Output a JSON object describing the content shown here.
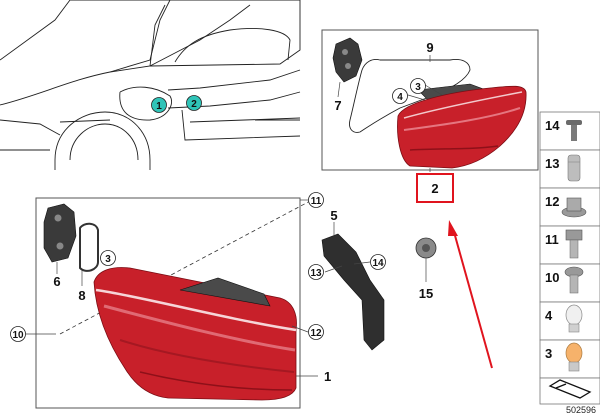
{
  "callouts": {
    "car_1": "1",
    "car_2": "2",
    "inset_9": "9",
    "inset_3": "3",
    "inset_4": "4",
    "inset_7": "7",
    "inset_2": "2",
    "main_11": "11",
    "main_5": "5",
    "main_3": "3",
    "main_13": "13",
    "main_14": "14",
    "main_6": "6",
    "main_8": "8",
    "main_15": "15",
    "main_10": "10",
    "main_12": "12",
    "main_1": "1"
  },
  "side_parts": [
    "14",
    "13",
    "12",
    "11",
    "10",
    "4",
    "3"
  ],
  "diagram_id": "502596",
  "colors": {
    "highlight_box": "#e0141e",
    "arrow": "#e0141e",
    "lamp_red": "#c8202a",
    "car_marker": "#2fc4b8",
    "frame": "#555555"
  },
  "icons": {
    "car": "rear-car-outline-icon",
    "lamp": "tail-lamp-icon",
    "screw": "screw-icon",
    "bulb": "bulb-icon",
    "nav": "previous-diagram-icon"
  }
}
